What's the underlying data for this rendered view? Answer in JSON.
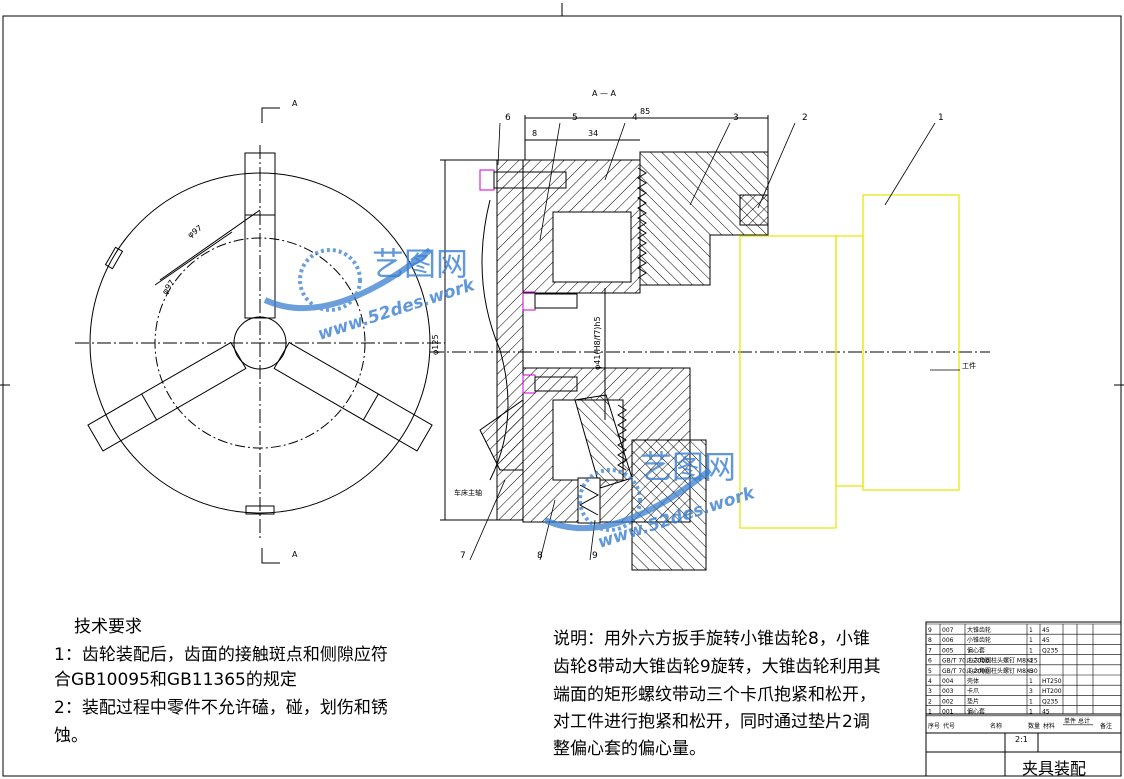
{
  "drawing_title": "夹具装配",
  "scale": "2:1",
  "section_labels": {
    "a": "A",
    "a_section": "A — A"
  },
  "dimensions": {
    "overall_length": "85",
    "d1": "8",
    "d2": "34",
    "dia_125": "φ125",
    "dia_bore": "φ41(H8/f7)h5",
    "r_left_1": "φ97",
    "r_left_2": "φ97"
  },
  "balloons": [
    "1",
    "2",
    "3",
    "4",
    "5",
    "6",
    "7",
    "8",
    "9"
  ],
  "workpiece_label": "工件",
  "spindle_label": "车床主轴",
  "tech_requirements": {
    "title": "技术要求",
    "line1a": "1：齿轮装配后，齿面的接触斑点和侧隙应符",
    "line1b": "合GB10095和GB11365的规定",
    "line2a": "2：装配过程中零件不允许磕，碰，划伤和锈",
    "line2b": "蚀。"
  },
  "description": {
    "line1": "说明：用外六方扳手旋转小锥齿轮8，小锥",
    "line2": "齿轮8带动大锥齿轮9旋转，大锥齿轮利用其",
    "line3": "端面的矩形螺纹带动三个卡爪抱紧和松开，",
    "line4": "对工件进行抱紧和松开，同时通过垫片2调",
    "line5": "整偏心套的偏心量。"
  },
  "bom": {
    "headers": [
      "序号",
      "代号",
      "名称",
      "数量",
      "材料",
      "单件",
      "总计",
      "备注"
    ],
    "rows": [
      [
        "9",
        "007",
        "大锥齿轮",
        "1",
        "45"
      ],
      [
        "8",
        "006",
        "小锥齿轮",
        "1",
        "45"
      ],
      [
        "7",
        "005",
        "偏心套",
        "1",
        "Q235"
      ],
      [
        "6",
        "GB/T 70.1-2000",
        "内六角圆柱头螺钉 M8X25",
        "4",
        ""
      ],
      [
        "5",
        "GB/T 70.1-2000",
        "内六角圆柱头螺钉 M8X30",
        "6",
        ""
      ],
      [
        "4",
        "004",
        "壳体",
        "1",
        "HT250"
      ],
      [
        "3",
        "003",
        "卡爪",
        "3",
        "HT200"
      ],
      [
        "2",
        "002",
        "垫片",
        "1",
        "Q235"
      ],
      [
        "1",
        "001",
        "偏心套",
        "1",
        "45"
      ]
    ]
  },
  "watermark": {
    "brand": "艺图网",
    "url": "www.52des.work"
  },
  "colors": {
    "line": "#000000",
    "workpiece": "#e6e600",
    "bolt": "#cc00cc",
    "watermark": "#3a7fd0"
  }
}
